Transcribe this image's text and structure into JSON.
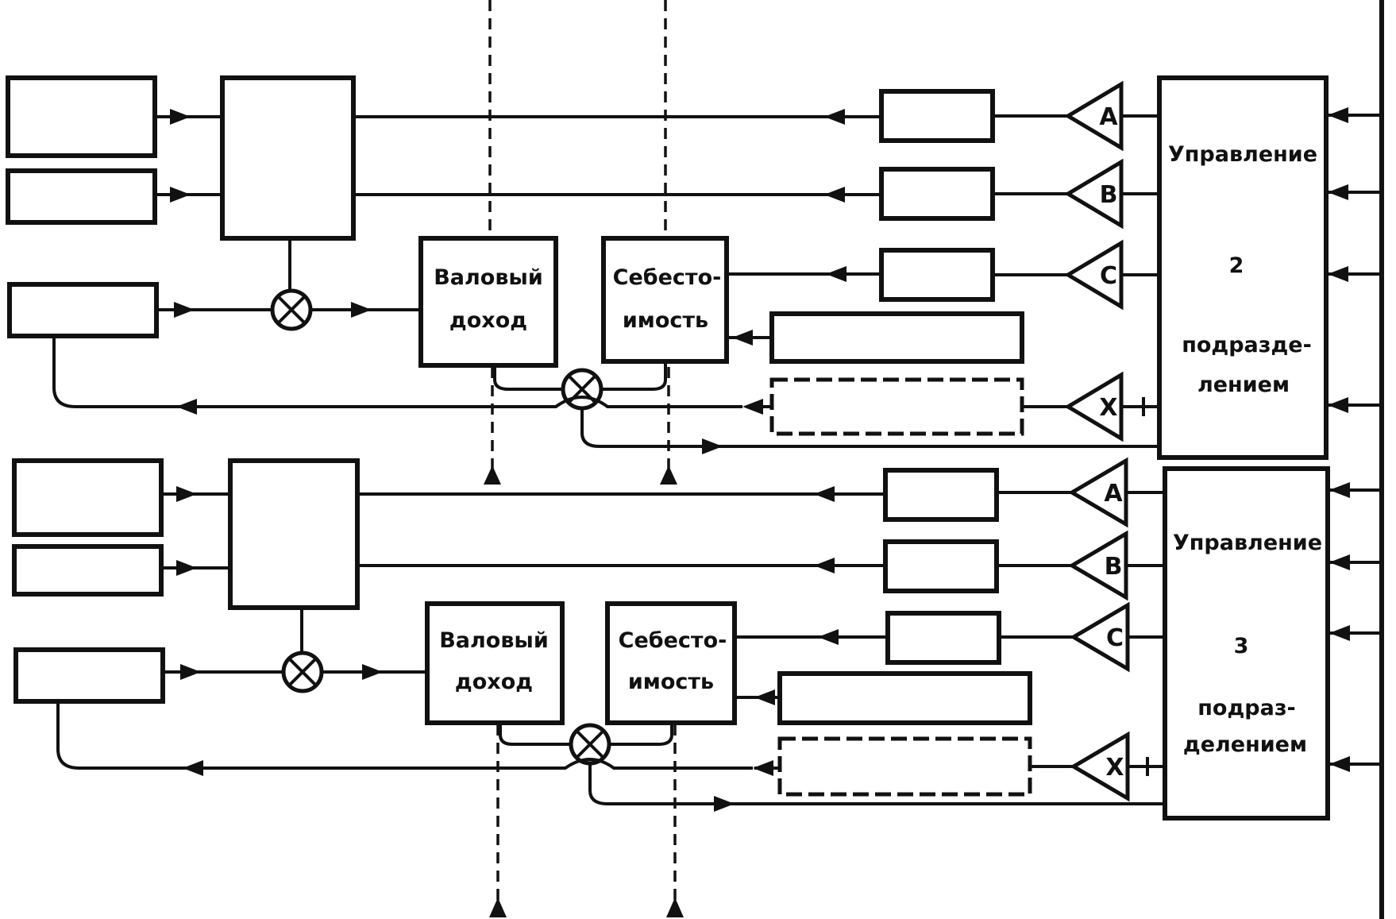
{
  "units": [
    {
      "gross_income": [
        "Валовый",
        "доход"
      ],
      "cost": [
        "Себесто-",
        "имость"
      ],
      "management": [
        "Управление",
        "2",
        "подразде-",
        "лением"
      ],
      "channels": [
        "A",
        "B",
        "C",
        "X"
      ]
    },
    {
      "gross_income": [
        "Валовый",
        "доход"
      ],
      "cost": [
        "Себесто-",
        "имость"
      ],
      "management": [
        "Управление",
        "3",
        "подраз-",
        "делением"
      ],
      "channels": [
        "A",
        "B",
        "C",
        "X"
      ]
    }
  ]
}
